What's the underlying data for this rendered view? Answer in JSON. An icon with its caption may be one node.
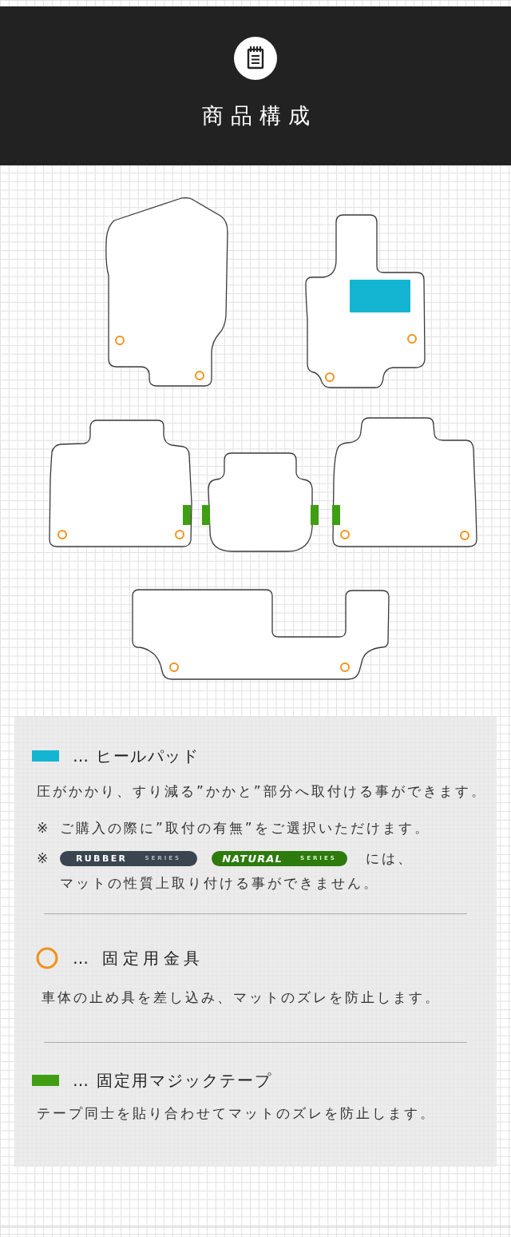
{
  "diagram": {
    "title": "商品構成",
    "nodes": [
      {
        "text": [],
        "shape": "mat"
      },
      {
        "text": [],
        "shape": "mat"
      },
      {
        "text": [],
        "shape": "mat"
      },
      {
        "text": [],
        "shape": "mat"
      },
      {
        "text": [],
        "shape": "mat"
      },
      {
        "text": [],
        "shape": "mat"
      }
    ],
    "labels": [
      "圧がかかり、すり減る”かかと”部分へ取付ける事ができます。",
      "※",
      "ご購入の際に”取付の有無”をご選択いただけます。",
      "※",
      "RUBBER",
      "SERIES",
      "NATURAL",
      "SERIES",
      "には、",
      "マットの性質上取り付ける事ができません。",
      "車体の止め具を差し込み、マットのズレを防止します。",
      "テープ同士を貼り合わせてマットのズレを防止します。"
    ],
    "legend": [
      {
        "text": "… ヒールパッド",
        "color": "#13b5d2"
      },
      {
        "text": "… 固定用金具"
      },
      {
        "text": "… 固定用マジックテープ",
        "color": "#3f9e12"
      }
    ]
  }
}
